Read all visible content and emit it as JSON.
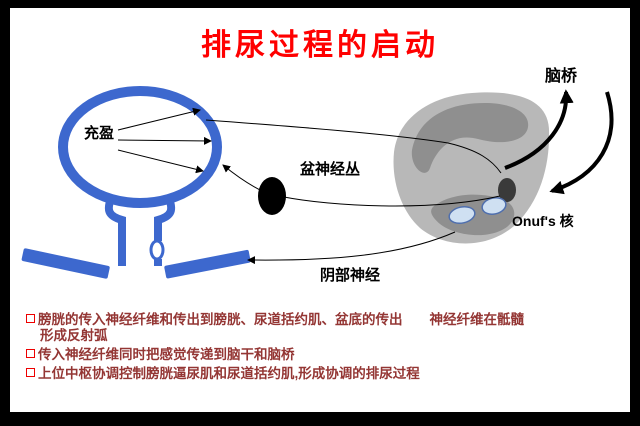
{
  "slide": {
    "title": "排尿过程的启动"
  },
  "labels": {
    "filling": "充盈",
    "pelvic_plexus": "盆神经丛",
    "pons": "脑桥",
    "onuf_nucleus": "Onuf's 核",
    "pudendal_nerve": "阴部神经"
  },
  "bullets": [
    {
      "line1": "膀胱的传入神经纤维和传出到膀胱、尿道括约肌、盆底的传出　　神经纤维在骶髓",
      "line2": "形成反射弧"
    },
    {
      "line1": "传入神经纤维同时把感觉传递到脑干和脑桥"
    },
    {
      "line1": "上位中枢协调控制膀胱逼尿肌和尿道括约肌,形成协调的排尿过程"
    }
  ],
  "colors": {
    "title_red": "#ff0000",
    "body_text_red": "#943634",
    "bullet_square_red": "#ee0000",
    "bladder_blue": "#3d68ce",
    "cord_gray_light": "#b8b8b8",
    "cord_gray_dark": "#8f8f8f",
    "onuf_blue_fill": "#cfe0f2",
    "onuf_blue_stroke": "#4f6fae"
  }
}
